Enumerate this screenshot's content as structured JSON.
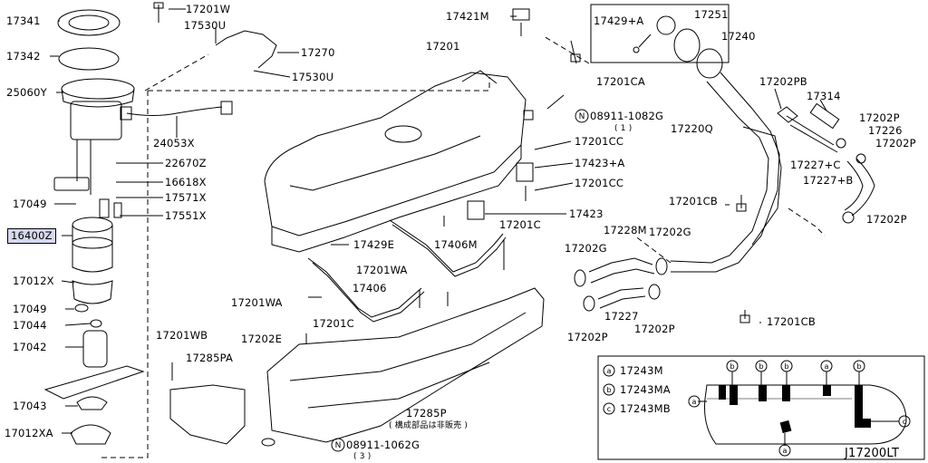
{
  "diagram_id": "J17200LT",
  "highlighted_part": "16400Z",
  "labels": {
    "p17341": "17341",
    "p17201w": "17201W",
    "p17530u_top": "17530U",
    "p17342": "17342",
    "p17270": "17270",
    "p17530u_bot": "17530U",
    "p25060y": "25060Y",
    "p24053x": "24053X",
    "p22670z": "22670Z",
    "p16618x": "16618X",
    "p17049_a": "17049",
    "p17571x": "17571X",
    "p17551x": "17551X",
    "p16400z": "16400Z",
    "p17012x": "17012X",
    "p17049_b": "17049",
    "p17044": "17044",
    "p17042": "17042",
    "p17043": "17043",
    "p17012xa": "17012XA",
    "p17421m": "17421M",
    "p17201": "17201",
    "p17201ca": "17201CA",
    "p08911_1082g": "08911-1082G",
    "p08911_1082g_qty": "( 1 )",
    "p17201cc_a": "17201CC",
    "p17423a": "17423+A",
    "p17201cc_b": "17201CC",
    "p17423": "17423",
    "p17429e": "17429E",
    "p17406m": "17406M",
    "p17201c_a": "17201C",
    "p17201wa_a": "17201WA",
    "p17406": "17406",
    "p17201wa_b": "17201WA",
    "p17201c_b": "17201C",
    "p17201e": "17202E",
    "p17201wb": "17201WB",
    "p17285pa": "17285PA",
    "p17285p": "17285P",
    "p17285p_note": "( 構成部品は非販売 )",
    "p08911_1062g": "08911-1062G",
    "p08911_1062g_qty": "( 3 )",
    "p17429a": "17429+A",
    "p17251": "17251",
    "p17240": "17240",
    "p17202pb": "17202PB",
    "p17314": "17314",
    "p17220q": "17220Q",
    "p17202p_a": "17202P",
    "p17226": "17226",
    "p17202p_b": "17202P",
    "p17227c": "17227+C",
    "p17227b": "17227+B",
    "p17201cb_a": "17201CB",
    "p17202p_c": "17202P",
    "p17228m": "17228M",
    "p17202g_a": "17202G",
    "p17202g_b": "17202G",
    "p17227": "17227",
    "p17202p_d": "17202P",
    "p17202p_e": "17202P",
    "p17201cb_b": "17201CB"
  },
  "circled": {
    "n_a": "N",
    "n_b": "N"
  },
  "legend": {
    "items": [
      {
        "key": "a",
        "code": "17243M"
      },
      {
        "key": "b",
        "code": "17243MA"
      },
      {
        "key": "c",
        "code": "17243MB"
      }
    ]
  }
}
